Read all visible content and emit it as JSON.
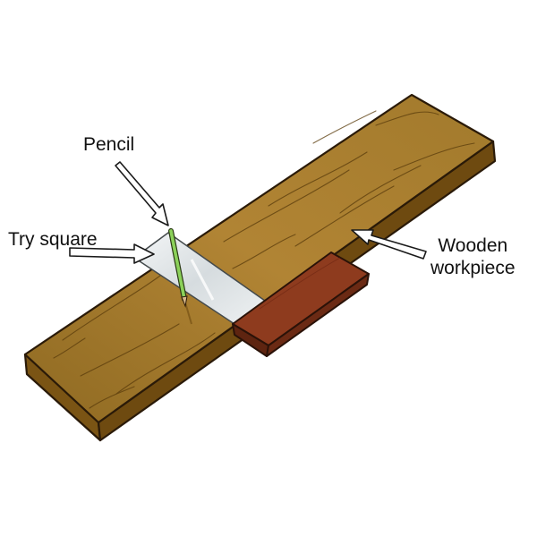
{
  "labels": {
    "pencil": "Pencil",
    "try_square": "Try square",
    "wooden_workpiece_line1": "Wooden",
    "wooden_workpiece_line2": "workpiece"
  },
  "colors": {
    "wood_top": "#9c7426",
    "wood_top_light": "#c49a45",
    "wood_side": "#7a5414",
    "wood_outline": "#2a1a08",
    "stock_top": "#8e3b1e",
    "stock_side": "#6b2a14",
    "blade": "#dfe4e6",
    "pencil": "#8bd15a",
    "arrow_fill": "#ffffff",
    "arrow_stroke": "#1a1a1a"
  }
}
